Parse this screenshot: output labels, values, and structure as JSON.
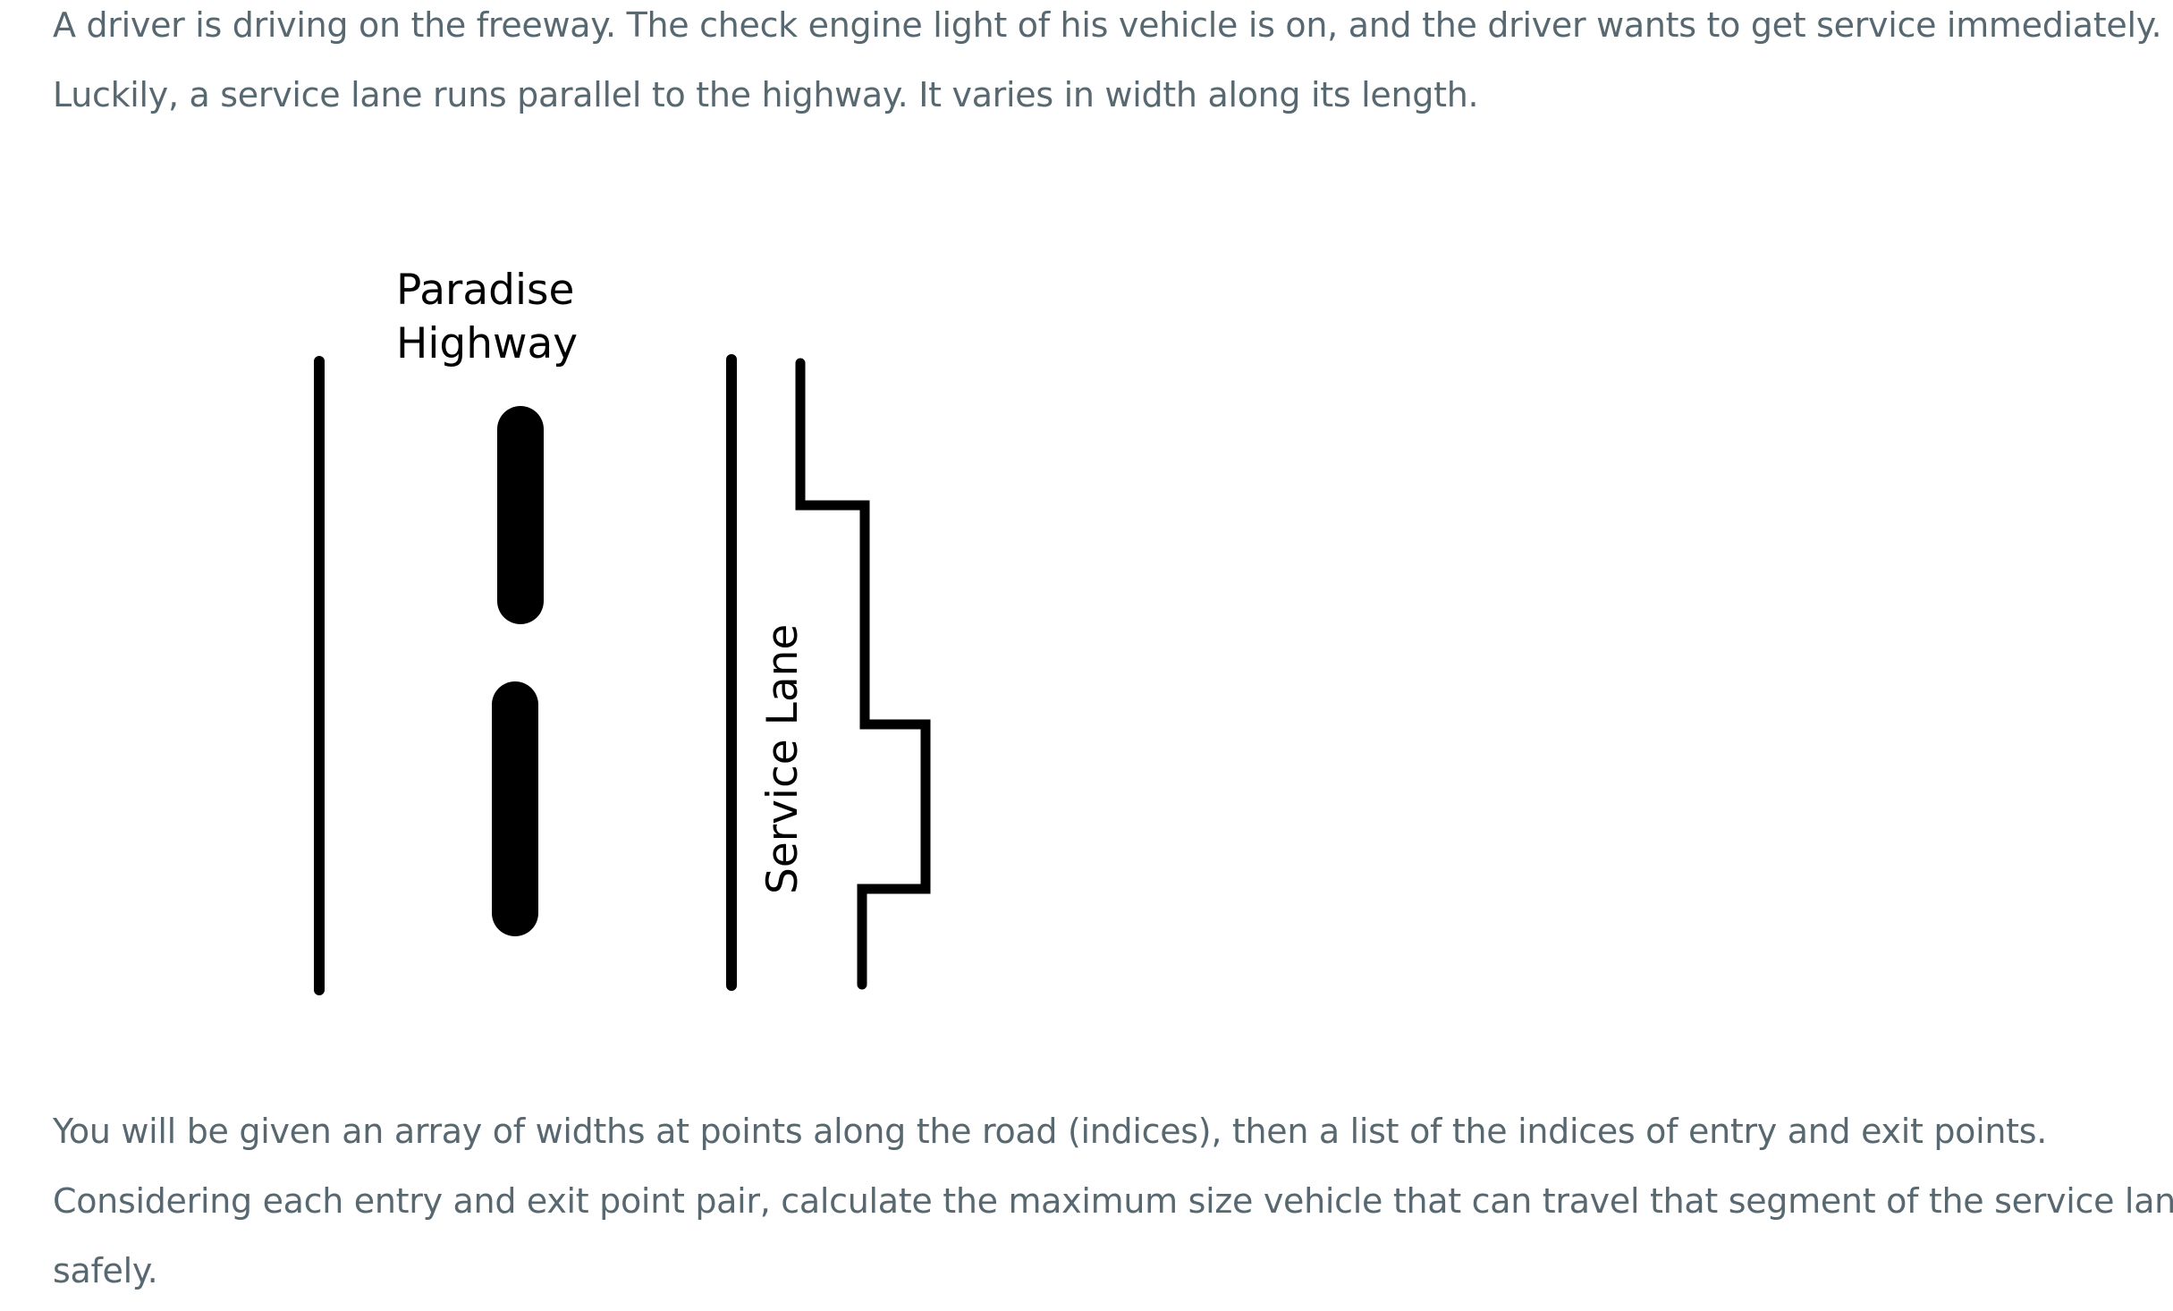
{
  "paragraphs": {
    "intro": [
      "A driver is driving on the freeway. The check engine light of his vehicle is on, and the driver wants to get service immediately.",
      "Luckily, a service lane runs parallel to the highway. It varies in width along its length."
    ],
    "task": [
      "You will be given an array of widths at points along the road (indices), then a list of the indices of entry and exit points.",
      "Considering each entry and exit point pair, calculate the maximum size vehicle that can travel that segment of the service lane",
      "safely."
    ]
  },
  "diagram": {
    "highway_label_line1": "Paradise",
    "highway_label_line2": "Highway",
    "service_lane_label": "Service Lane"
  }
}
